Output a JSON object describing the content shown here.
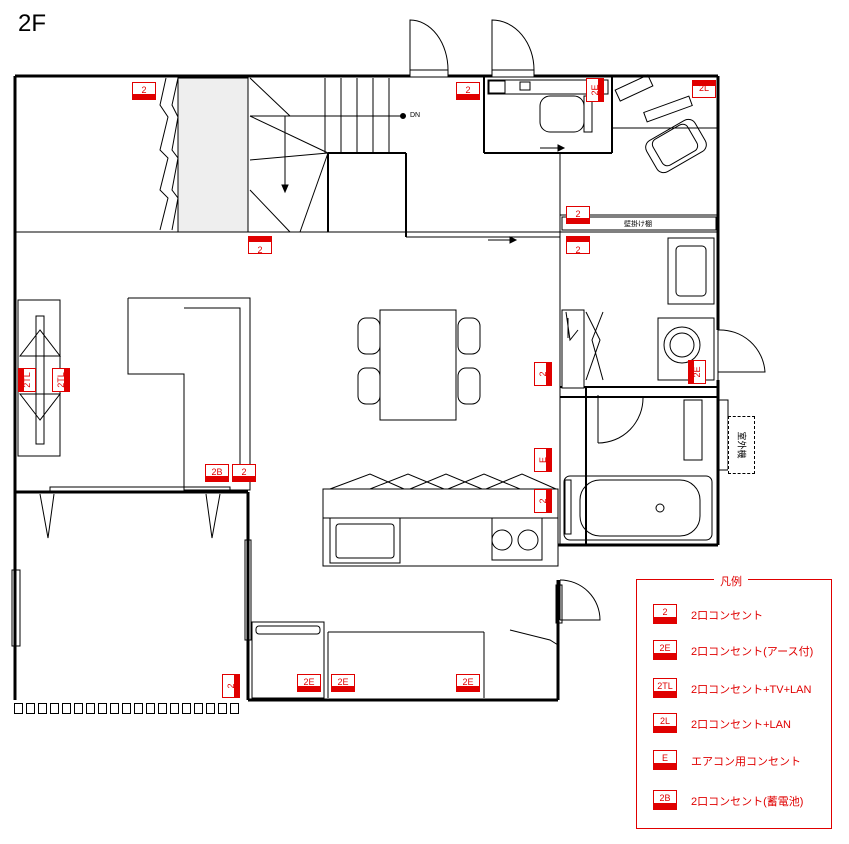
{
  "floor": {
    "label": "2F"
  },
  "stairs": {
    "dn_label": "DN"
  },
  "shelf": {
    "label": "壁掛け棚"
  },
  "outdoor_unit": {
    "label": "室外機"
  },
  "outlets": [
    {
      "id": "o1",
      "code": "2"
    },
    {
      "id": "o2",
      "code": "2"
    },
    {
      "id": "o3",
      "code": "2E"
    },
    {
      "id": "o4",
      "code": "2L"
    },
    {
      "id": "o5",
      "code": "2"
    },
    {
      "id": "o6",
      "code": "2"
    },
    {
      "id": "o7",
      "code": "2"
    },
    {
      "id": "o8",
      "code": "2TL"
    },
    {
      "id": "o9",
      "code": "2TL"
    },
    {
      "id": "o10",
      "code": "2"
    },
    {
      "id": "o11",
      "code": "2E"
    },
    {
      "id": "o12",
      "code": "E"
    },
    {
      "id": "o13",
      "code": "2"
    },
    {
      "id": "o14",
      "code": "2B"
    },
    {
      "id": "o15",
      "code": "2"
    },
    {
      "id": "o16",
      "code": "2"
    },
    {
      "id": "o17",
      "code": "2E"
    },
    {
      "id": "o18",
      "code": "2E"
    },
    {
      "id": "o19",
      "code": "2E"
    }
  ],
  "legend": {
    "title": "凡例",
    "items": [
      {
        "code": "2",
        "text": "2口コンセント"
      },
      {
        "code": "2E",
        "text": "2口コンセント(アース付)"
      },
      {
        "code": "2TL",
        "text": "2口コンセント+TV+LAN"
      },
      {
        "code": "2L",
        "text": "2口コンセント+LAN"
      },
      {
        "code": "E",
        "text": "エアコン用コンセント"
      },
      {
        "code": "2B",
        "text": "2口コンセント(蓄電池)"
      }
    ]
  },
  "colors": {
    "accent": "#e00000",
    "wall": "#000000",
    "fill": "#eeeeee"
  }
}
